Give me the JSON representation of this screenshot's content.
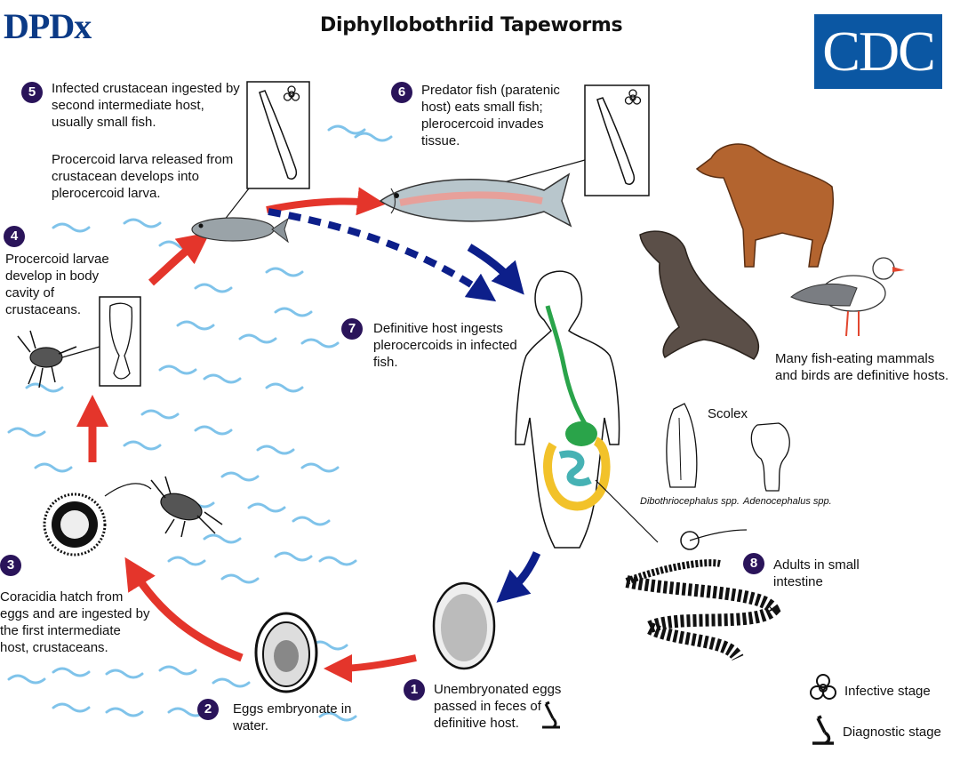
{
  "header": {
    "logo_left": "DPDx",
    "title": "Diphyllobothriid Tapeworms",
    "logo_right": "CDC"
  },
  "steps": [
    {
      "num": "1",
      "text": "Unembryonated eggs passed in feces of definitive host."
    },
    {
      "num": "2",
      "text": "Eggs embryonate in water."
    },
    {
      "num": "3",
      "text": "Coracidia hatch from eggs and are ingested by the first intermediate host, crustaceans."
    },
    {
      "num": "4",
      "text": "Procercoid larvae develop in body cavity of crustaceans."
    },
    {
      "num": "5",
      "text": "Infected crustacean ingested by second intermediate host, usually small fish.",
      "text2": "Procercoid larva released from crustacean develops into plerocercoid larva."
    },
    {
      "num": "6",
      "text": "Predator fish (paratenic host) eats small fish; plerocercoid invades tissue."
    },
    {
      "num": "7",
      "text": "Definitive host ingests plerocercoids in infected fish."
    },
    {
      "num": "8",
      "text": "Adults in small intestine"
    }
  ],
  "labels": {
    "hosts_note": "Many fish-eating mammals and birds are definitive hosts.",
    "scolex": "Scolex",
    "dibothriocephalus": "Dibothriocephalus spp.",
    "adenocephalus": "Adenocephalus spp."
  },
  "legend": {
    "infective": "Infective stage",
    "diagnostic": "Diagnostic stage"
  },
  "colors": {
    "badge": "#2a145a",
    "red_arrow": "#e4352b",
    "blue_arrow": "#0d1f8a",
    "water": "#7fc3ea",
    "intestine_green": "#2aa44a",
    "intestine_yellow": "#f2c22a",
    "intestine_teal": "#46b2b4"
  }
}
